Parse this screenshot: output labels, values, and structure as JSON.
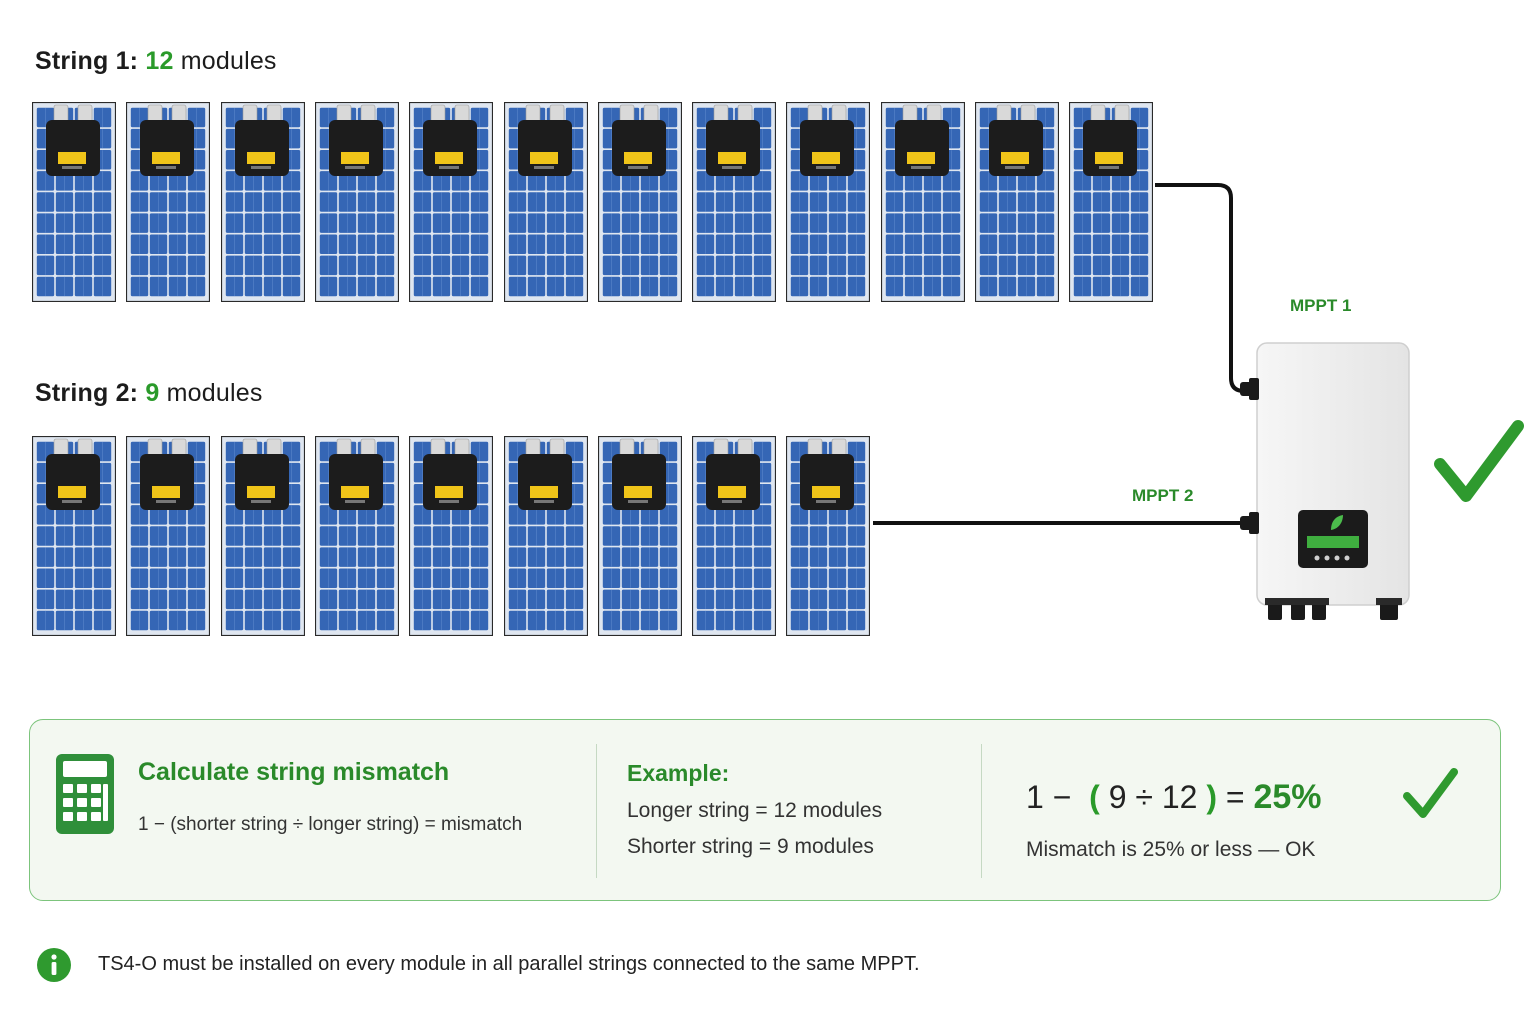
{
  "strings": [
    {
      "label": "String 1:",
      "count": "12",
      "unit": "modules",
      "modules": 12
    },
    {
      "label": "String 2:",
      "count": "9",
      "unit": "modules",
      "modules": 9
    }
  ],
  "mppt": {
    "mppt1_label": "MPPT 1",
    "mppt2_label": "MPPT 2"
  },
  "calc": {
    "title": "Calculate string mismatch",
    "formula": "1 − (shorter string ÷ longer string) = mismatch",
    "example_title": "Example:",
    "example_line1": "Longer string = 12 modules",
    "example_line2": "Shorter string = 9 modules",
    "result": {
      "one": "1",
      "minus": "−",
      "open_paren": "(",
      "shorter": "9",
      "divide": "÷",
      "longer": "12",
      "close_paren": ")",
      "equals": "=",
      "percent": "25%"
    },
    "note": "Mismatch is 25% or less — OK"
  },
  "info": {
    "text": "TS4-O must be installed on every module in all parallel strings connected to the same MPPT."
  },
  "icons": {
    "check": "check-icon",
    "calculator": "calculator-icon",
    "info": "info-icon",
    "inverter": "inverter-icon",
    "solar_panel": "solar-panel-icon"
  },
  "colors": {
    "accent_green": "#2a8a2a",
    "panel_blue": "#2f5fae",
    "box_bg": "#f3f8f1",
    "box_border": "#7cc47c"
  }
}
